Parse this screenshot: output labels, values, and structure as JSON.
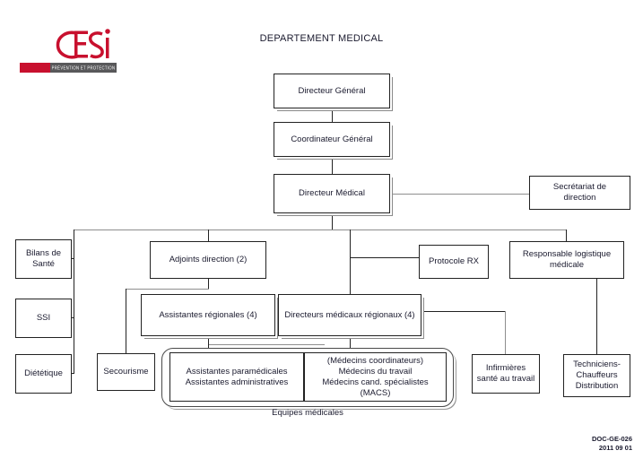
{
  "document": {
    "title": "DEPARTEMENT MEDICAL",
    "footer": {
      "doc_code": "DOC-GE-026",
      "doc_date": "2011 09 01"
    }
  },
  "logo": {
    "brand": "CESI",
    "tagline": "PRÉVENTION ET PROTECTION",
    "brand_color": "#c8102e",
    "bar_color": "#58585a"
  },
  "nodes": {
    "directeur_general": "Directeur Général",
    "coordinateur_general": "Coordinateur Général",
    "directeur_medical": "Directeur Médical",
    "secretariat_direction": [
      "Secrétariat de",
      "direction"
    ],
    "bilans_sante": [
      "Bilans de",
      "Santé"
    ],
    "ssi": "SSI",
    "dietetique": "Diététique",
    "adjoints_direction": "Adjoints direction (2)",
    "assistantes_regionales": "Assistantes régionales (4)",
    "directeurs_medicaux_regionaux": "Directeurs médicaux régionaux (4)",
    "protocole_rx": "Protocole RX",
    "responsable_logistique": [
      "Responsable logistique",
      "médicale"
    ],
    "secourisme": "Secourisme",
    "assistantes_para_admin": [
      "Assistantes paramédicales",
      "Assistantes administratives"
    ],
    "medecins": [
      "(Médecins coordinateurs)",
      "Médecins du travail",
      "Médecins cand. spécialistes (MACS)"
    ],
    "infirmieres": [
      "Infirmières",
      "santé au travail"
    ],
    "techniciens": [
      "Techniciens-",
      "Chauffeurs",
      "Distribution"
    ]
  },
  "groups": {
    "equipes_medicales_caption": "Equipes médicales"
  }
}
